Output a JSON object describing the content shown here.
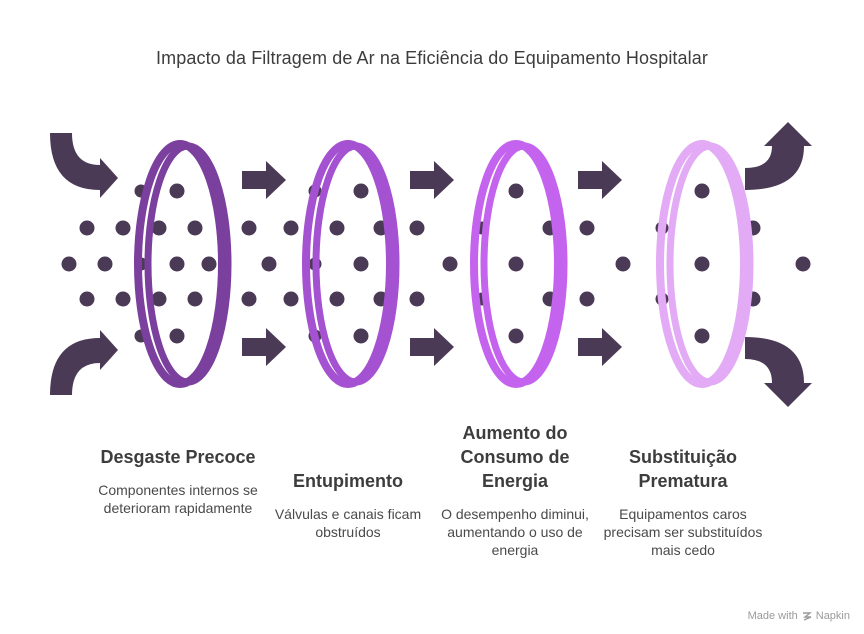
{
  "title": "Impacto da Filtragem de Ar na Eficiência do Equipamento Hospitalar",
  "stages": [
    {
      "title": "Desgaste Precoce",
      "description": "Componentes internos se deterioram rapidamente",
      "color": "#7b3f9e"
    },
    {
      "title": "Entupimento",
      "description": "Válvulas e canais ficam obstruídos",
      "color": "#a451d2"
    },
    {
      "title": "Aumento do Consumo de Energia",
      "description": "O desempenho diminui, aumentando o uso de energia",
      "color": "#c463ee"
    },
    {
      "title": "Substituição Prematura",
      "description": "Equipamentos caros precisam ser substituídos mais cedo",
      "color": "#e3aaf5"
    }
  ],
  "colors": {
    "arrow": "#4b3a55",
    "dot": "#4b3a55"
  },
  "footer": {
    "made_with": "Made with",
    "brand": "Napkin"
  }
}
